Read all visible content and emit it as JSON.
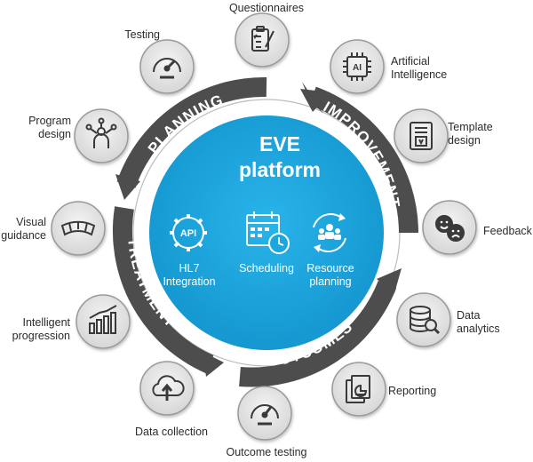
{
  "center": {
    "title_line1": "EVE",
    "title_line2": "platform"
  },
  "core": [
    {
      "line1": "HL7",
      "line2": "Integration",
      "icon": "api-gear-icon"
    },
    {
      "line1": "Scheduling",
      "line2": "",
      "icon": "calendar-clock-icon"
    },
    {
      "line1": "Resource",
      "line2": "planning",
      "icon": "people-cycle-icon"
    }
  ],
  "stages": [
    "PLANNING",
    "IMPROVEMENT",
    "OUTCOMES",
    "TREATMENT"
  ],
  "nodes": {
    "questionnaires": {
      "line1": "Questionnaires",
      "icon": "clipboard-pen-icon"
    },
    "ai": {
      "line1": "Artificial",
      "line2": "Intelligence",
      "icon": "ai-chip-icon"
    },
    "template": {
      "line1": "Template",
      "line2": "design",
      "icon": "template-document-icon"
    },
    "feedback": {
      "line1": "Feedback",
      "icon": "happy-sad-faces-icon"
    },
    "analytics": {
      "line1": "Data",
      "line2": "analytics",
      "icon": "database-search-icon"
    },
    "reporting": {
      "line1": "Reporting",
      "icon": "report-chart-icon"
    },
    "outcome_testing": {
      "line1": "Outcome testing",
      "icon": "gauge-icon"
    },
    "data_collection": {
      "line1": "Data collection",
      "icon": "cloud-upload-icon"
    },
    "progression": {
      "line1": "Intelligent",
      "line2": "progression",
      "icon": "bar-growth-icon"
    },
    "visual": {
      "line1": "Visual",
      "line2": "guidance",
      "icon": "visual-meter-icon"
    },
    "program": {
      "line1": "Program",
      "line2": "design",
      "icon": "person-network-icon"
    },
    "testing": {
      "line1": "Testing",
      "icon": "speedometer-icon"
    }
  },
  "colors": {
    "center": "#1BA6DE",
    "ring": "#4D4D4D",
    "node_fill": "#E6E6E6",
    "icon": "#3A3A3A"
  }
}
